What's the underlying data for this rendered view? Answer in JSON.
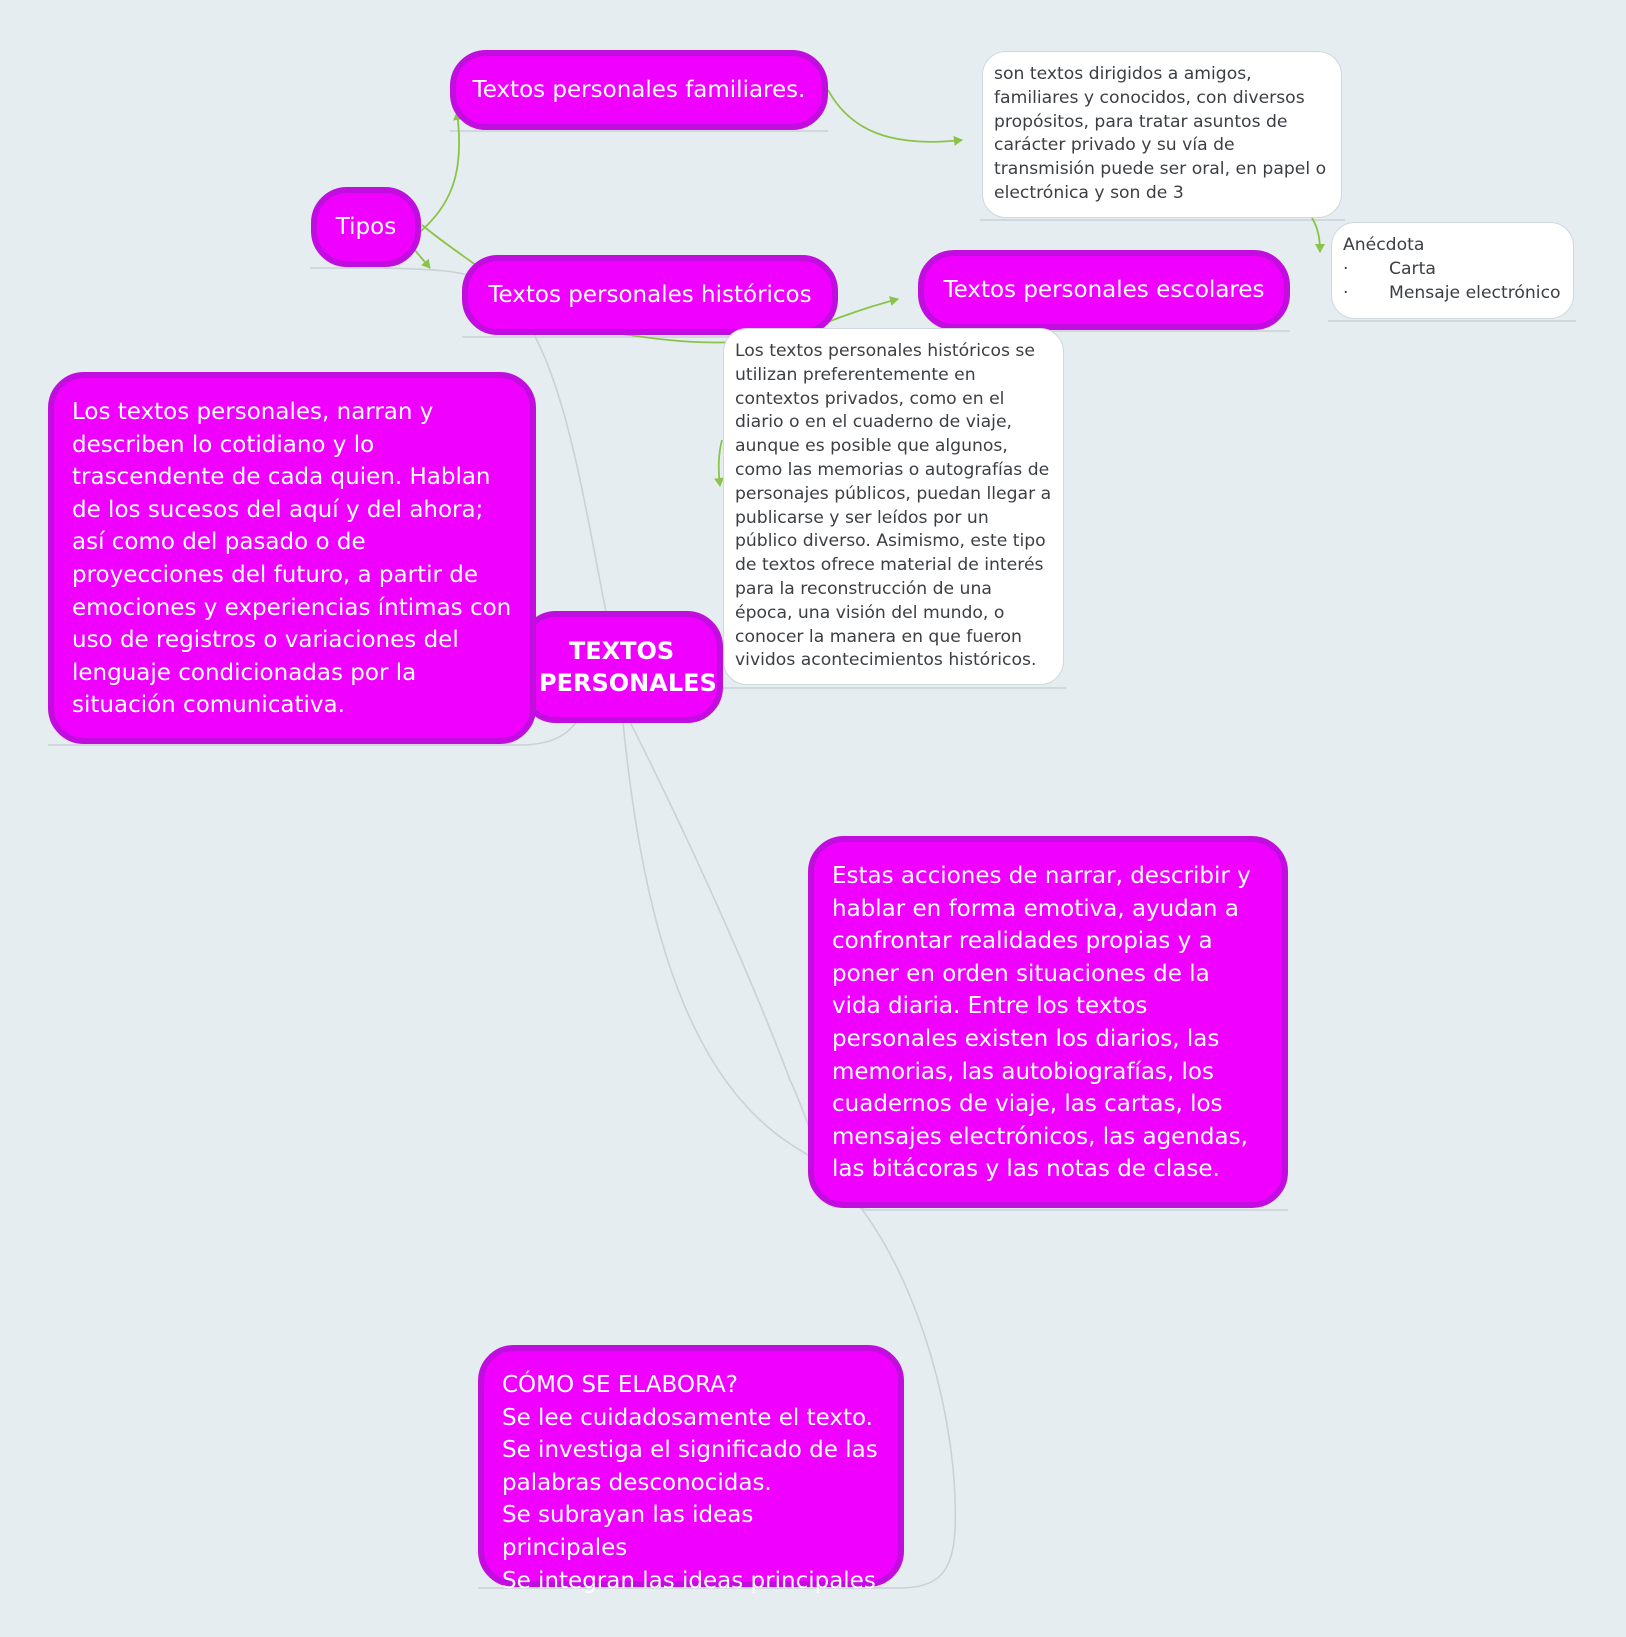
{
  "colors": {
    "background": "#e6edf1",
    "node_fill": "#ef00ff",
    "node_border": "#c20ddf",
    "note_fill": "#ffffff",
    "arrow": "#8bc34a",
    "connector": "#c8d2d8"
  },
  "nodes": {
    "central": {
      "label": "TEXTOS PERSONALES"
    },
    "tipos": {
      "label": "Tipos"
    },
    "familiares": {
      "label": "Textos personales familiares."
    },
    "historicos": {
      "label": "Textos personales históricos"
    },
    "escolares": {
      "label": "Textos personales escolares"
    },
    "intro": {
      "text": "Los textos personales, narran y describen lo cotidiano y lo trascendente de cada quien. Hablan de los sucesos del aquí y del ahora; así como del pasado o de proyecciones del futuro, a partir de emociones y experiencias íntimas con uso de registros o variaciones del lenguaje condicionadas por la situación comunicativa."
    },
    "acciones": {
      "text": "Estas acciones de narrar, describir y hablar en forma emotiva, ayudan a confrontar realidades propias y a poner en orden situaciones de la vida diaria. Entre los textos personales existen los diarios, las memorias, las autobiografías, los cuadernos de viaje, las cartas, los mensajes electrónicos, las agendas, las bitácoras y las notas de clase."
    },
    "elabora": {
      "lines": [
        "CÓMO SE ELABORA?",
        "Se lee cuidadosamente el texto.",
        "Se investiga el significado de las palabras desconocidas.",
        "Se subrayan las ideas principales",
        "Se integran las ideas principales"
      ]
    }
  },
  "notes": {
    "familiares_desc": {
      "text": "son textos dirigidos a amigos, familiares y conocidos, con diversos propósitos, para tratar asuntos de carácter privado y su vía de transmisión puede ser oral, en papel o electrónica y son de 3"
    },
    "ejemplos": {
      "first": "Anécdota",
      "bullets": [
        {
          "dot": "·",
          "text": "Carta"
        },
        {
          "dot": "·",
          "text": "Mensaje electrónico"
        }
      ]
    },
    "historicos_desc": {
      "text": "Los textos personales históricos se utilizan preferentemente en contextos privados, como en el diario o en el cuaderno de viaje, aunque es posible que algunos, como las memorias o autografías de personajes públicos, puedan llegar a publicarse y ser leídos por un público diverso. Asimismo, este tipo de textos ofrece material de interés para la reconstrucción de una época, una visión del mundo, o conocer la manera en que fueron vividos acontecimientos históricos."
    }
  }
}
